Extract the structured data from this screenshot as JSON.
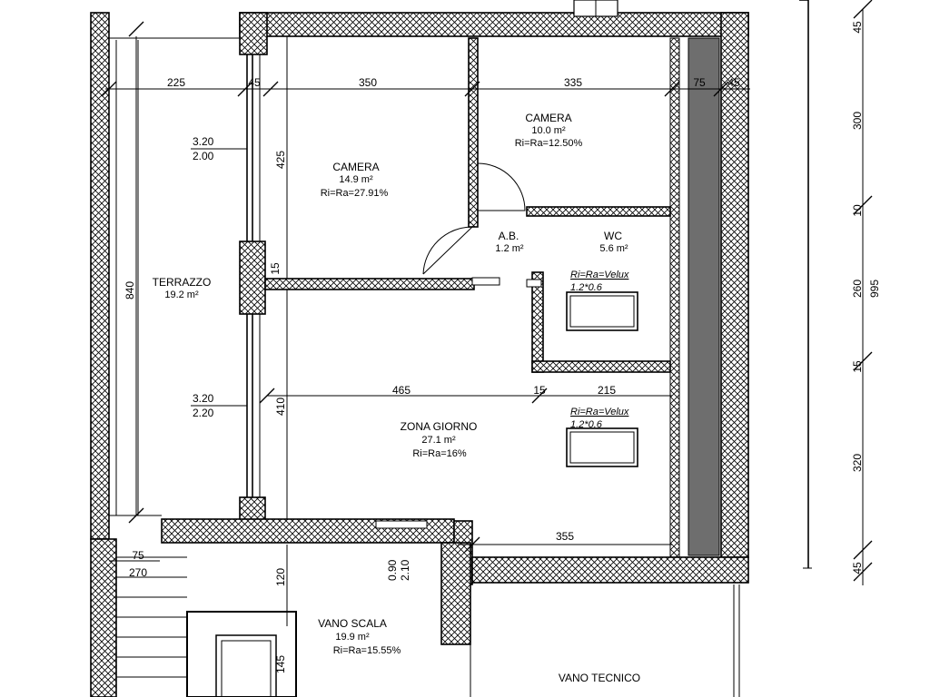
{
  "rooms": {
    "terrazzo": {
      "name": "TERRAZZO",
      "area": "19.2 m²"
    },
    "camera_left": {
      "name": "CAMERA",
      "area": "14.9 m²",
      "ratio": "Ri=Ra=27.91%"
    },
    "camera_right": {
      "name": "CAMERA",
      "area": "10.0 m²",
      "ratio": "Ri=Ra=12.50%"
    },
    "ab": {
      "name": "A.B.",
      "area": "1.2 m²"
    },
    "wc": {
      "name": "WC",
      "area": "5.6 m²"
    },
    "zona_giorno": {
      "name": "ZONA GIORNO",
      "area": "27.1 m²",
      "ratio": "Ri=Ra=16%"
    },
    "vano_scala": {
      "name": "VANO SCALA",
      "area": "19.9 m²",
      "ratio": "Ri=Ra=15.55%"
    },
    "vano_tecnico": {
      "name": "VANO TECNICO"
    }
  },
  "skylights": {
    "wc": {
      "label": "Ri=Ra=Velux",
      "size": "1.2*0.6"
    },
    "zona": {
      "label": "Ri=Ra=Velux",
      "size": "1.2*0.6"
    }
  },
  "openings": {
    "upper": {
      "top": "3.20",
      "bottom": "2.00"
    },
    "lower": {
      "top": "3.20",
      "bottom": "2.20"
    },
    "door": {
      "top": "0.90",
      "bottom": "2.10"
    }
  },
  "dimensions": {
    "top_225": "225",
    "top_45": "45",
    "top_350": "350",
    "top_335": "335",
    "top_75": "75",
    "top_45b": "45",
    "v_840": "840",
    "v_425": "425",
    "v_15": "15",
    "v_410": "410",
    "mid_465": "465",
    "mid_15": "15",
    "mid_215": "215",
    "bot_355": "355",
    "bot_75": "75",
    "bot_270": "270",
    "v_120": "120",
    "v_145": "145",
    "r_45_top": "45",
    "r_300": "300",
    "r_10": "10",
    "r_260": "260",
    "r_995": "995",
    "r_15": "15",
    "r_320": "320",
    "r_45_bot": "45"
  }
}
